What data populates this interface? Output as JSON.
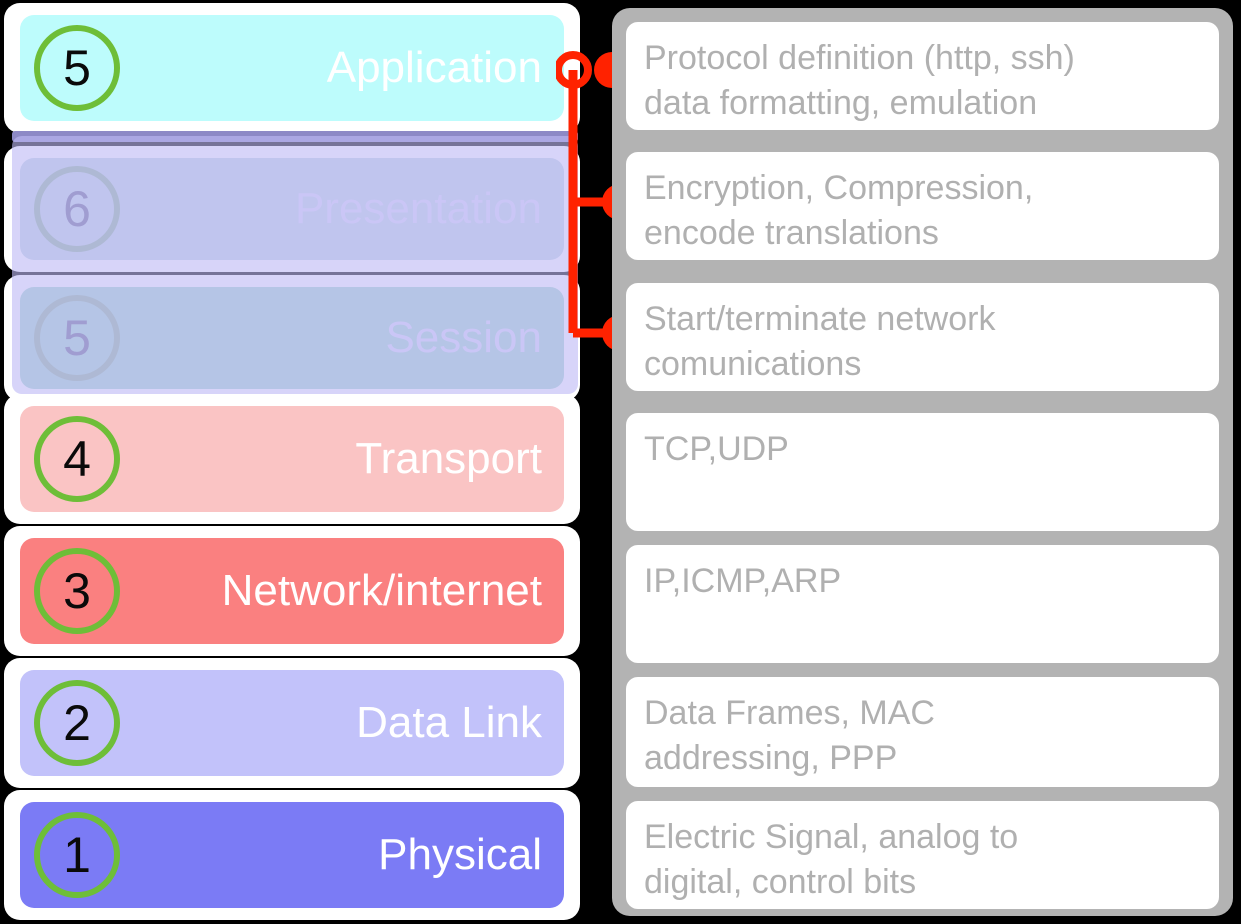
{
  "diagram": {
    "title": "OSI / TCP-IP layer model with per-layer functions",
    "accent_red": "#FF2200",
    "badge_ring_green": "#6EBE38",
    "desc_panel_gray": "#B3B3B3",
    "desc_text_gray": "#B0B0B0"
  },
  "layers": [
    {
      "number": "5",
      "label": "Application",
      "color": "#BDFCFC",
      "faded": false,
      "description": "Protocol definition (http, ssh)\ndata formatting, emulation"
    },
    {
      "number": "6",
      "label": "Presentation",
      "color": "#C2D7E2",
      "faded": true,
      "description": "Encryption, Compression,\nencode translations"
    },
    {
      "number": "5",
      "label": "Session",
      "color": "#A6D8CC",
      "faded": true,
      "description": "Start/terminate network\ncomunications"
    },
    {
      "number": "4",
      "label": "Transport",
      "color": "#FAC4C4",
      "faded": false,
      "description": "TCP,UDP"
    },
    {
      "number": "3",
      "label": "Network/internet",
      "color": "#FA8080",
      "faded": false,
      "description": "IP,ICMP,ARP"
    },
    {
      "number": "2",
      "label": "Data Link",
      "color": "#C2C2FA",
      "faded": false,
      "description": "Data Frames, MAC\naddressing, PPP"
    },
    {
      "number": "1",
      "label": "Physical",
      "color": "#7B7BF5",
      "faded": false,
      "description": "Electric Signal, analog to\ndigital, control bits"
    }
  ],
  "connector": {
    "kind": "bracket",
    "markers": [
      "open-ring",
      "filled-dot",
      "filled-dot",
      "filled-dot"
    ],
    "links_layers": [
      "Application",
      "Presentation",
      "Session"
    ]
  }
}
